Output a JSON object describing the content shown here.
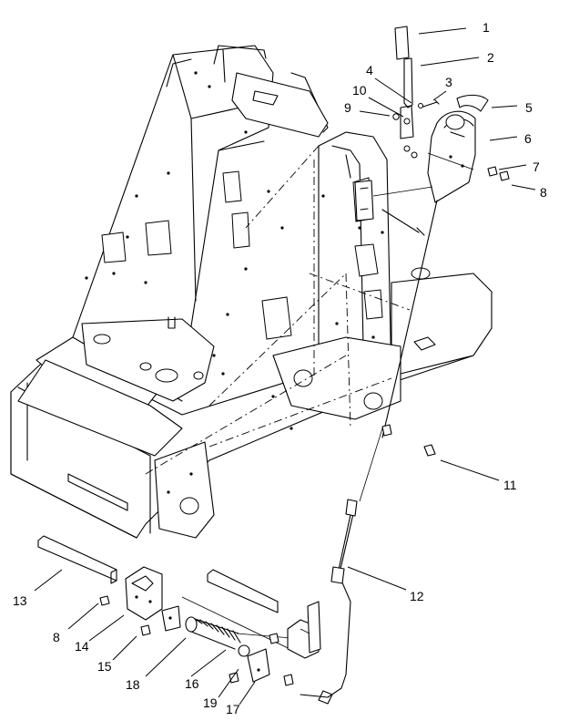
{
  "callouts": [
    {
      "id": "1",
      "label": "1"
    },
    {
      "id": "2",
      "label": "2"
    },
    {
      "id": "3",
      "label": "3"
    },
    {
      "id": "4",
      "label": "4"
    },
    {
      "id": "5",
      "label": "5"
    },
    {
      "id": "6",
      "label": "6"
    },
    {
      "id": "7",
      "label": "7"
    },
    {
      "id": "8a",
      "label": "8"
    },
    {
      "id": "9",
      "label": "9"
    },
    {
      "id": "10",
      "label": "10"
    },
    {
      "id": "11",
      "label": "11"
    },
    {
      "id": "12",
      "label": "12"
    },
    {
      "id": "13",
      "label": "13"
    },
    {
      "id": "8b",
      "label": "8"
    },
    {
      "id": "14",
      "label": "14"
    },
    {
      "id": "15",
      "label": "15"
    },
    {
      "id": "16",
      "label": "16"
    },
    {
      "id": "17",
      "label": "17"
    },
    {
      "id": "18",
      "label": "18"
    },
    {
      "id": "19",
      "label": "19"
    }
  ]
}
